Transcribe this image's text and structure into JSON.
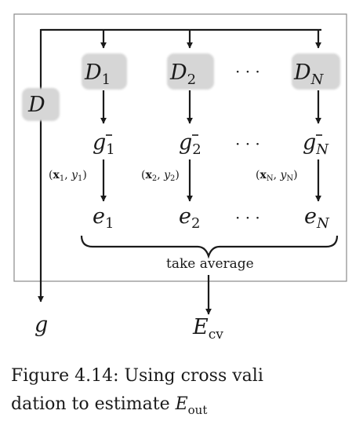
{
  "diagram": {
    "dataset": {
      "letter": "D",
      "sub": ""
    },
    "subsets": [
      {
        "letter": "D",
        "sub": "1"
      },
      {
        "letter": "D",
        "sub": "2"
      },
      {
        "letter": "D",
        "sub": "N"
      }
    ],
    "hypotheses": [
      {
        "letter": "g",
        "sub": "1"
      },
      {
        "letter": "g",
        "sub": "2"
      },
      {
        "letter": "g",
        "sub": "N"
      }
    ],
    "pairs": [
      {
        "x": "x",
        "xsub": "1",
        "y": "y",
        "ysub": "1"
      },
      {
        "x": "x",
        "xsub": "2",
        "y": "y",
        "ysub": "2"
      },
      {
        "x": "x",
        "xsub": "N",
        "y": "y",
        "ysub": "N"
      }
    ],
    "errors": [
      {
        "letter": "e",
        "sub": "1"
      },
      {
        "letter": "e",
        "sub": "2"
      },
      {
        "letter": "e",
        "sub": "N"
      }
    ],
    "ellipsis": "· · ·",
    "average_label": "take average",
    "final_hypothesis": "g",
    "cv_error": {
      "letter": "E",
      "sub": "cv"
    }
  },
  "caption": {
    "line1": "Figure 4.14:  Using cross vali",
    "line2_prefix": "dation to estimate ",
    "line2_math": "E",
    "line2_sub": "out"
  },
  "colors": {
    "highlight": "#d6d6d6",
    "ink": "#1a1a1a",
    "frame": "#8a8a8a"
  }
}
